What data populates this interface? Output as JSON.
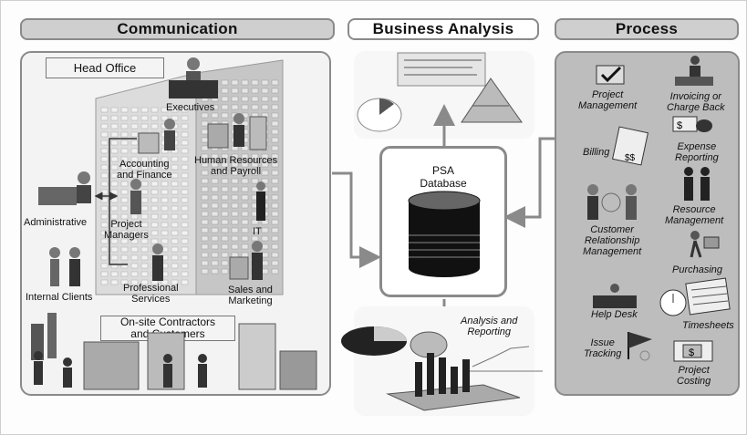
{
  "headers": {
    "communication": "Communication",
    "business_analysis": "Business Analysis",
    "process": "Process"
  },
  "communication": {
    "head_office": "Head Office",
    "executives": "Executives",
    "accounting": "Accounting\nand Finance",
    "hr": "Human Resources\nand Payroll",
    "administrative": "Administrative",
    "project_managers": "Project\nManagers",
    "it": "IT",
    "internal_clients": "Internal Clients",
    "professional_services": "Professional\nServices",
    "sales": "Sales and\nMarketing",
    "onsite": "On-site Contractors\nand Customers"
  },
  "center": {
    "psa": "PSA\nDatabase",
    "analysis": "Analysis and\nReporting"
  },
  "process_items": {
    "project_management": "Project\nManagement",
    "invoicing": "Invoicing or\nCharge Back",
    "billing": "Billing",
    "expense": "Expense\nReporting",
    "resource": "Resource\nManagement",
    "crm": "Customer\nRelationship\nManagement",
    "purchasing": "Purchasing",
    "help_desk": "Help Desk",
    "timesheets": "Timesheets",
    "issue_tracking": "Issue\nTracking",
    "project_costing": "Project\nCosting"
  },
  "colors": {
    "header_fill": "#cfcfcf",
    "panel_border": "#8a8a8a",
    "arrow": "#8a8a8a"
  }
}
